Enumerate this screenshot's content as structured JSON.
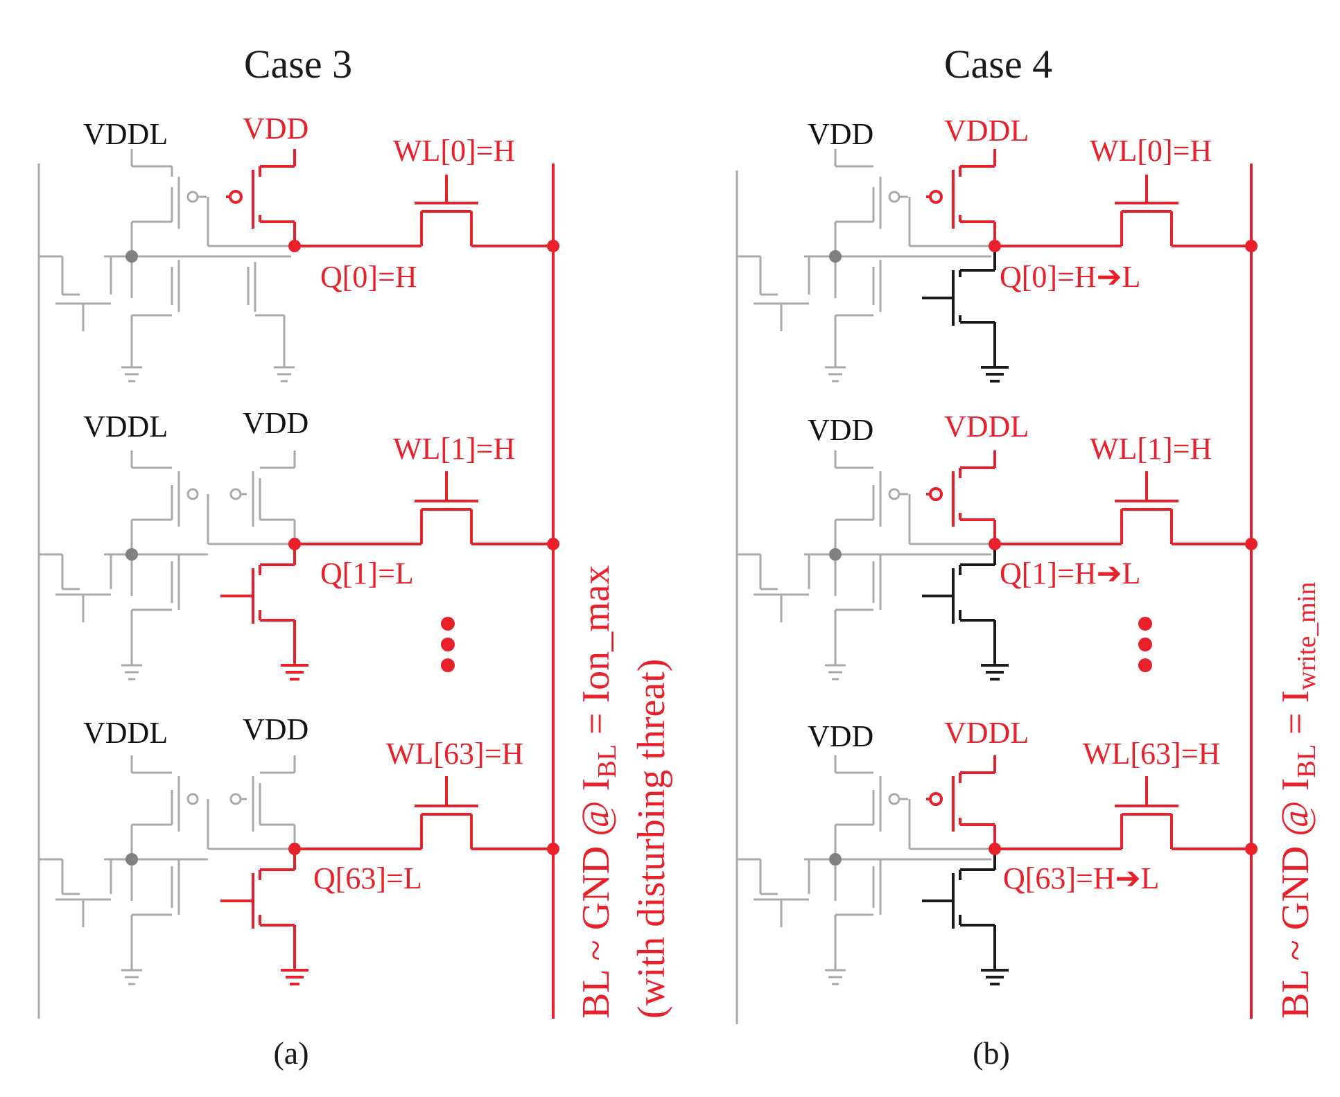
{
  "colors": {
    "active": "#e8202a",
    "inactive": "#a9a9a9",
    "dark": "#1a1a1a"
  },
  "panels": [
    {
      "title": "Case 3",
      "caption": "(a)",
      "rows": [
        {
          "left_supply": "VDDL",
          "right_supply": "VDD",
          "wl": "WL[0]=H",
          "q": "Q[0]=H"
        },
        {
          "left_supply": "VDDL",
          "right_supply": "VDD",
          "wl": "WL[1]=H",
          "q": "Q[1]=L"
        },
        {
          "left_supply": "VDDL",
          "right_supply": "VDD",
          "wl": "WL[63]=H",
          "q": "Q[63]=L"
        }
      ],
      "bl_label": {
        "prefix": "BL ~ GND @ I",
        "sub": "BL",
        "suffix": " = Ion_max",
        "line2": "(with disturbing threat)"
      }
    },
    {
      "title": "Case 4",
      "caption": "(b)",
      "rows": [
        {
          "left_supply": "VDD",
          "right_supply": "VDDL",
          "wl": "WL[0]=H",
          "q": "Q[0]=H➔L"
        },
        {
          "left_supply": "VDD",
          "right_supply": "VDDL",
          "wl": "WL[1]=H",
          "q": "Q[1]=H➔L"
        },
        {
          "left_supply": "VDD",
          "right_supply": "VDDL",
          "wl": "WL[63]=H",
          "q": "Q[63]=H➔L"
        }
      ],
      "bl_label": {
        "prefix": "BL ~ GND @ I",
        "sub": "BL",
        "suffix": " = I",
        "sub2": "write_min"
      }
    }
  ]
}
